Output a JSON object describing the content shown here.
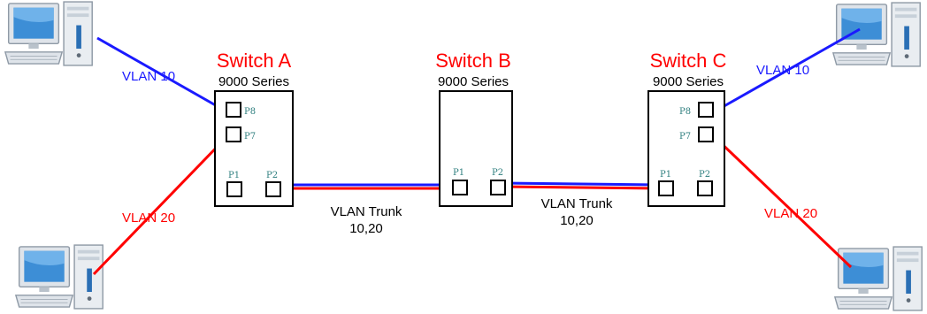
{
  "colors": {
    "vlan10": "#1a1aff",
    "vlan20": "#ff0000",
    "switch_name": "#ff0000",
    "port_label": "#2f7f7f",
    "text": "#000000"
  },
  "switches": [
    {
      "id": "switch-a",
      "name": "Switch A",
      "series": "9000 Series",
      "ports": [
        "P8",
        "P7",
        "P1",
        "P2"
      ]
    },
    {
      "id": "switch-b",
      "name": "Switch B",
      "series": "9000 Series",
      "ports": [
        "P1",
        "P2"
      ]
    },
    {
      "id": "switch-c",
      "name": "Switch C",
      "series": "9000 Series",
      "ports": [
        "P8",
        "P7",
        "P1",
        "P2"
      ]
    }
  ],
  "links": {
    "a_vlan10": "VLAN 10",
    "a_vlan20": "VLAN 20",
    "c_vlan10": "VLAN 10",
    "c_vlan20": "VLAN 20",
    "trunk_ab": {
      "label": "VLAN Trunk",
      "vlans": "10,20"
    },
    "trunk_bc": {
      "label": "VLAN Trunk",
      "vlans": "10,20"
    }
  },
  "computers": [
    {
      "id": "pc-top-left",
      "icon": "desktop-computer-icon"
    },
    {
      "id": "pc-bottom-left",
      "icon": "desktop-computer-icon"
    },
    {
      "id": "pc-top-right",
      "icon": "desktop-computer-icon"
    },
    {
      "id": "pc-bottom-right",
      "icon": "desktop-computer-icon"
    }
  ]
}
